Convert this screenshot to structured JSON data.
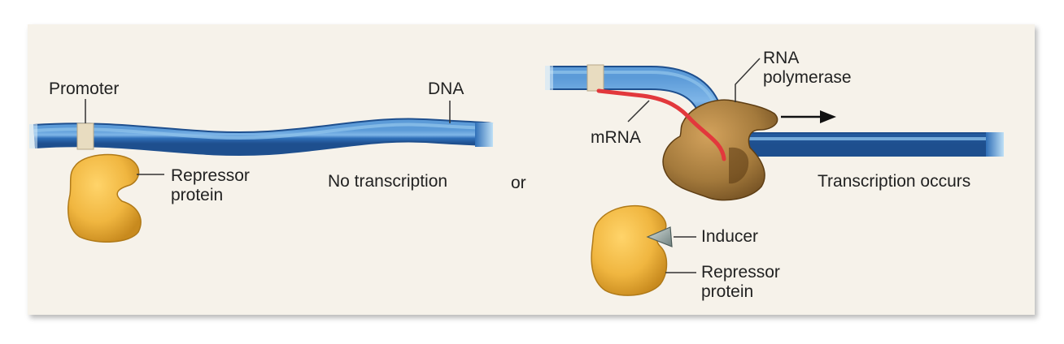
{
  "labels": {
    "promoter": "Promoter",
    "dna": "DNA",
    "repressor_left": "Repressor\nprotein",
    "no_transcription": "No transcription",
    "or": "or",
    "mrna": "mRNA",
    "rna_polymerase": "RNA\npolymerase",
    "transcription_occurs": "Transcription occurs",
    "inducer": "Inducer",
    "repressor_right": "Repressor\nprotein"
  },
  "colors": {
    "dna": "#2f6fb8",
    "dna_highlight": "#6fa9e0",
    "promoter": "#e8dcc0",
    "repressor": "#f0b640",
    "polymerase": "#a47a3c",
    "mrna": "#e2383c",
    "inducer": "#8a9a98",
    "panel": "#f6f2ea"
  }
}
